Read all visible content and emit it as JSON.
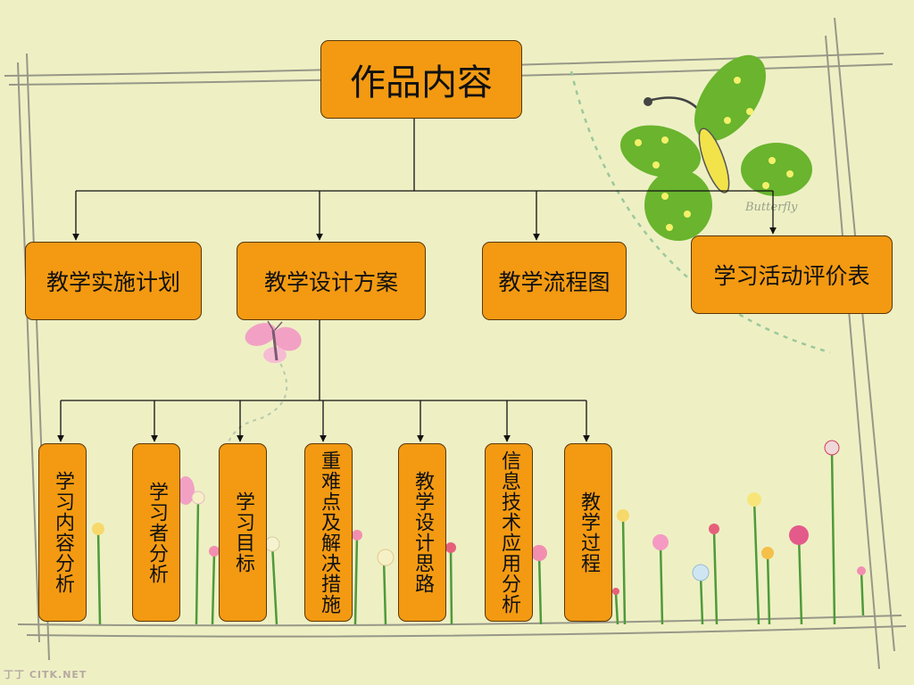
{
  "diagram": {
    "root": "作品内容",
    "level1": [
      "教学实施计划",
      "教学设计方案",
      "教学流程图",
      "学习活动评价表"
    ],
    "level2": [
      "学习内容分析",
      "学习者分析",
      "学习目标",
      "重难点及解决措施",
      "教学设计思路",
      "信息技术应用分析",
      "教学过程"
    ]
  },
  "decor": {
    "butterfly_script": "Butterfly",
    "watermark": "丁丁 CITK.NET"
  },
  "colors": {
    "background": "#eef0c4",
    "box_fill": "#f39a12",
    "box_border": "#5a3608",
    "butterfly_green": "#6ab42e",
    "butterfly_body": "#f2e34a",
    "small_butterfly": "#f2a1c4"
  }
}
